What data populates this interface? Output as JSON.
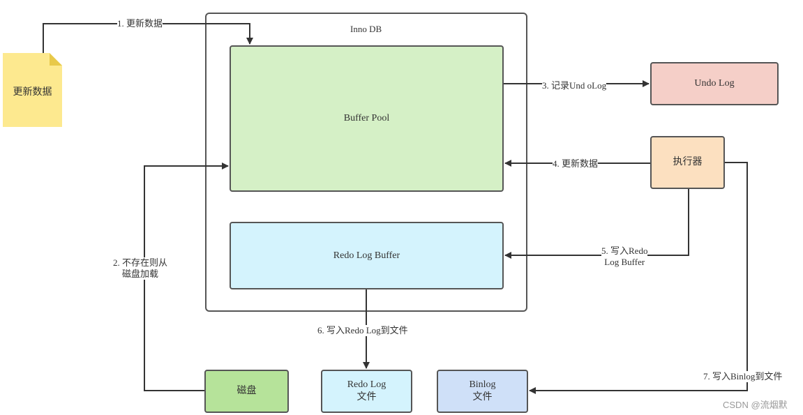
{
  "nodes": {
    "update_data_note": "更新数据",
    "inno_db": "Inno DB",
    "buffer_pool": "Buffer Pool",
    "redo_log_buffer": "Redo Log Buffer",
    "undo_log": "Undo Log",
    "executor": "执行器",
    "disk": "磁盘",
    "redo_log_file": [
      "Redo Log",
      "文件"
    ],
    "binlog_file": [
      "Binlog",
      "文件"
    ]
  },
  "edges": {
    "e1": "1. 更新数据",
    "e2": [
      "2. 不存在则从",
      "磁盘加载"
    ],
    "e3": "3. 记录Und oLog",
    "e4": "4. 更新数据",
    "e5": [
      "5. 写入Redo",
      "Log Buffer"
    ],
    "e6": "6. 写入Redo Log到文件",
    "e7": "7. 写入Binlog到文件"
  },
  "watermark": "CSDN @流烟默",
  "colors": {
    "note": "#fde98f",
    "buffer_pool": "#d5f0c6",
    "redo_log_buffer": "#d4f3fd",
    "undo_log": "#f5cfc8",
    "executor": "#fce0c0",
    "disk": "#b6e39a",
    "redo_log_file": "#d4f3fd",
    "binlog_file": "#cfe0f8"
  }
}
